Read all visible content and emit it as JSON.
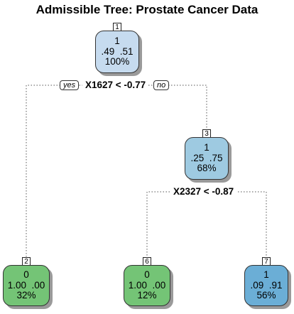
{
  "title": "Admissible Tree: Prostate Cancer Data",
  "splits": {
    "root": "X1627 < -0.77",
    "node3": "X2327 < -0.87"
  },
  "branch_labels": {
    "yes": "yes",
    "no": "no"
  },
  "nodes": [
    {
      "id": "1",
      "class": "1",
      "probs": ".49  .51",
      "pct": "100%",
      "fill": "#c6dbef"
    },
    {
      "id": "2",
      "class": "0",
      "probs": "1.00  .00",
      "pct": "32%",
      "fill": "#74c476"
    },
    {
      "id": "3",
      "class": "1",
      "probs": ".25  .75",
      "pct": "68%",
      "fill": "#9ecae1"
    },
    {
      "id": "6",
      "class": "0",
      "probs": "1.00  .00",
      "pct": "12%",
      "fill": "#74c476"
    },
    {
      "id": "7",
      "class": "1",
      "probs": ".09  .91",
      "pct": "56%",
      "fill": "#6baed6"
    }
  ]
}
